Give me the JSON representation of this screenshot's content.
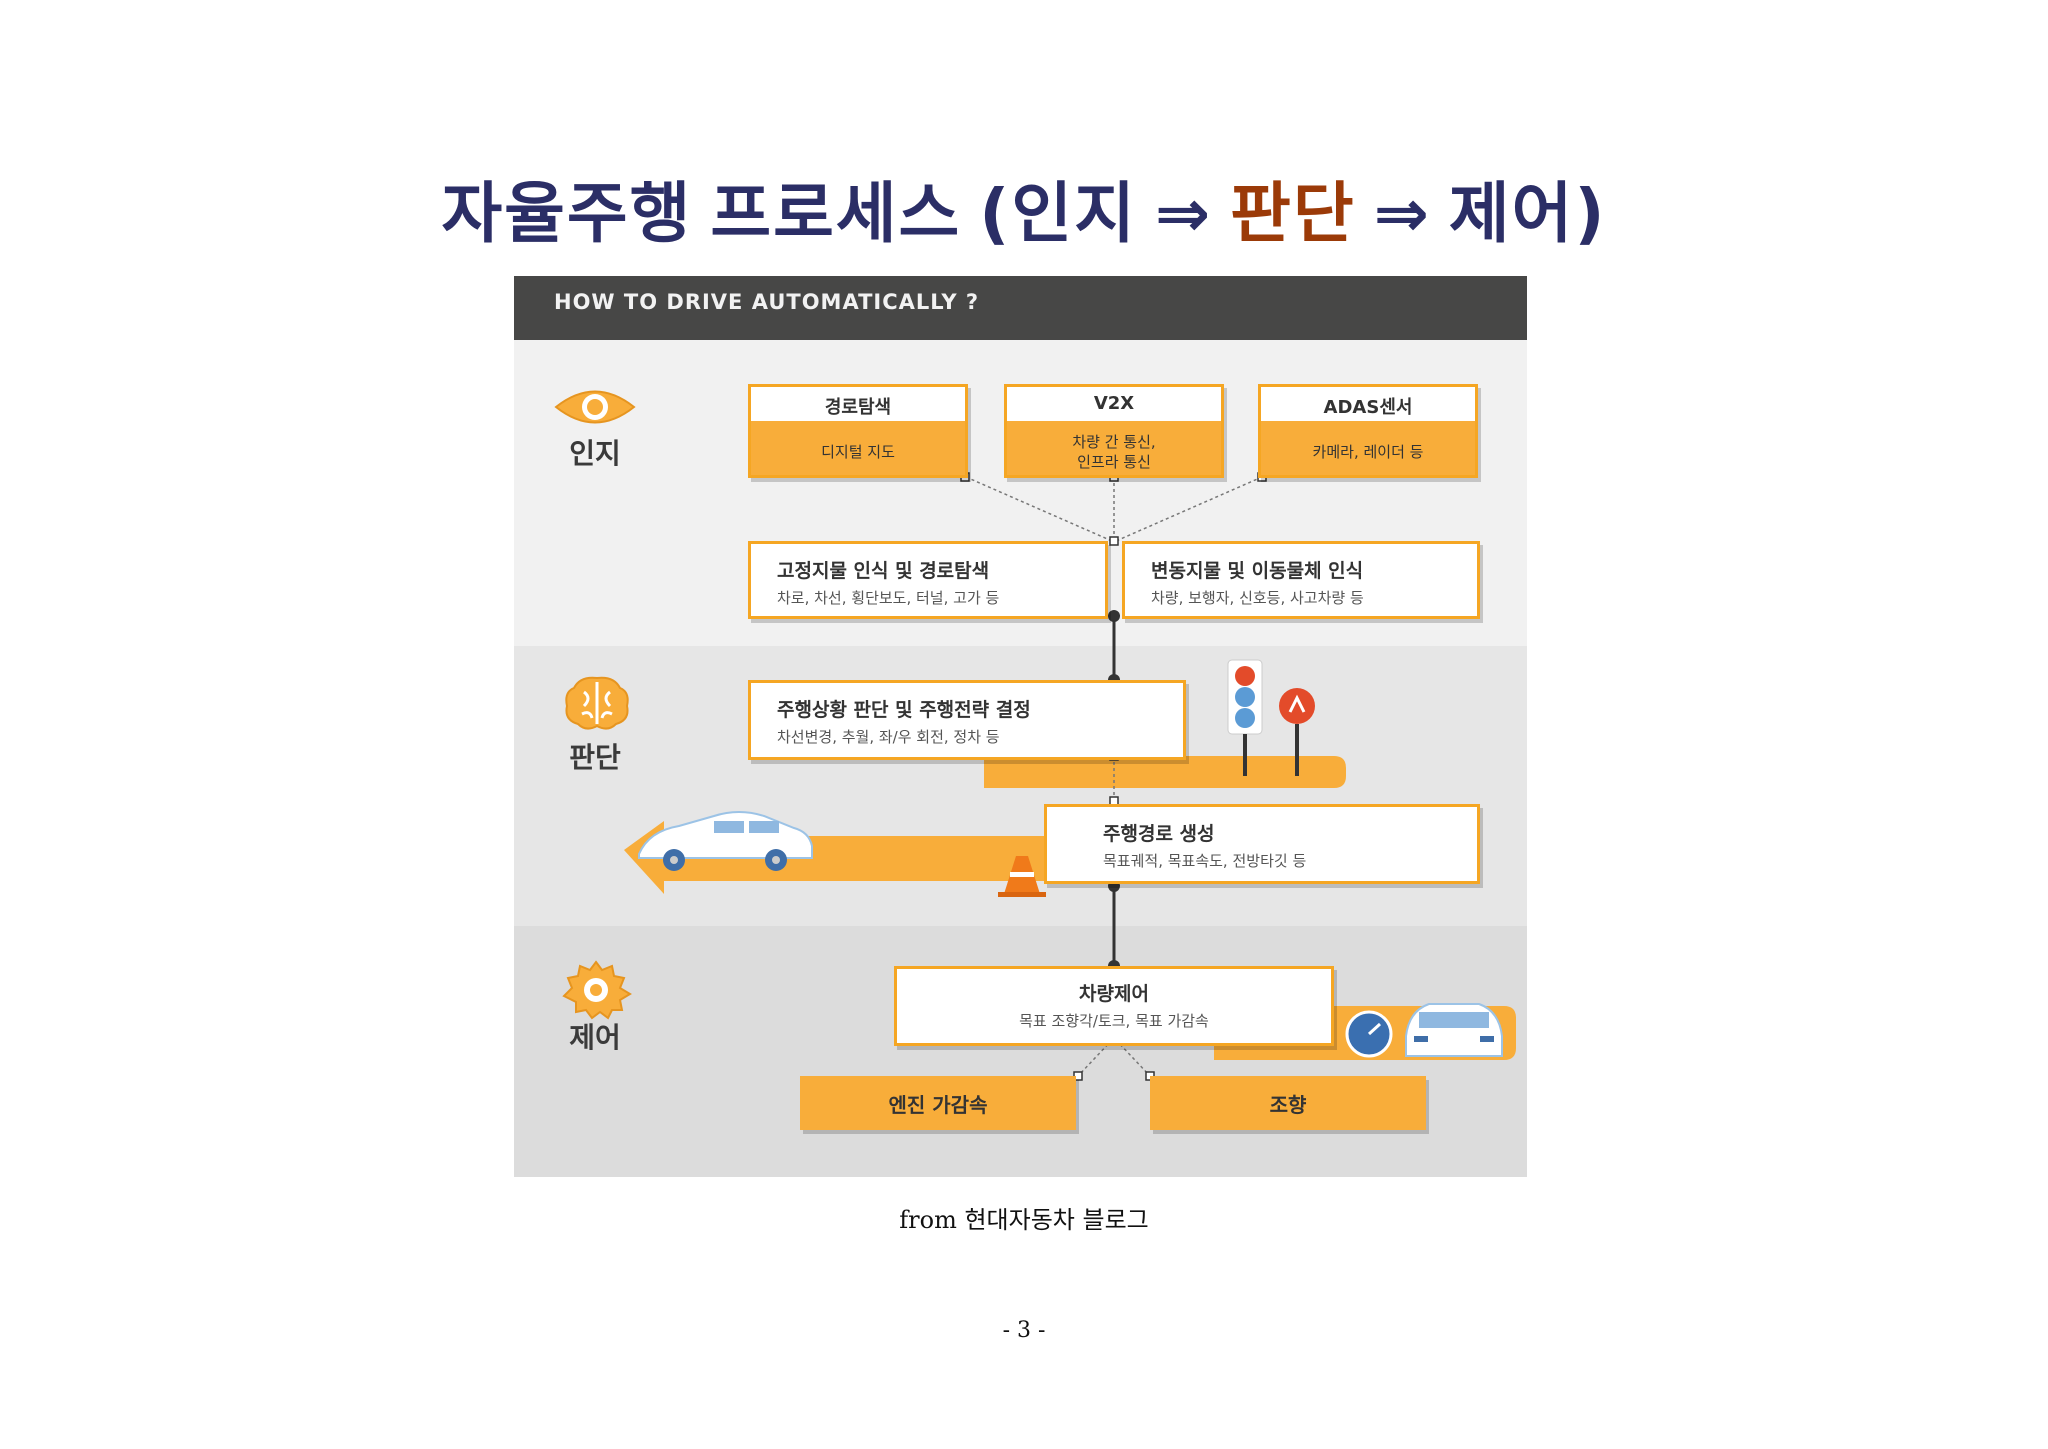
{
  "title": {
    "part1": "자율주행",
    "part2": "프로세스",
    "open": "(인지",
    "arrow": "⇒",
    "highlight": "판단",
    "close": "제어)",
    "highlight_color": "#9b3a08",
    "main_color": "#2b2e66"
  },
  "figure": {
    "header": "HOW TO DRIVE AUTOMATICALLY ?",
    "accent_color": "#f8ad3a",
    "stages": {
      "perception": "인지",
      "judgment": "판단",
      "control": "제어"
    },
    "sources": [
      {
        "title": "경로탐색",
        "sub1": "디지털 지도",
        "sub2": ""
      },
      {
        "title": "V2X",
        "sub1": "차량 간 통신,",
        "sub2": "인프라 통신"
      },
      {
        "title": "ADAS센서",
        "sub1": "카메라, 레이더 등",
        "sub2": ""
      }
    ],
    "recognition": [
      {
        "title": "고정지물 인식 및 경로탐색",
        "sub": "차로, 차선, 횡단보도, 터널, 고가 등"
      },
      {
        "title": "변동지물 및 이동물체 인식",
        "sub": "차량, 보행자, 신호등, 사고차량 등"
      }
    ],
    "judgment": {
      "title": "주행상황 판단 및 주행전략 결정",
      "sub": "차선변경, 추월, 좌/우 회전, 정차 등"
    },
    "path": {
      "title": "주행경로 생성",
      "sub": "목표궤적, 목표속도, 전방타깃 등"
    },
    "control": {
      "title": "차량제어",
      "sub": "목표 조향각/토크, 목표 가감속"
    },
    "actuators": [
      "엔진 가감속",
      "조향"
    ]
  },
  "caption": "from 현대자동차 블로그",
  "page_number": "- 3 -"
}
